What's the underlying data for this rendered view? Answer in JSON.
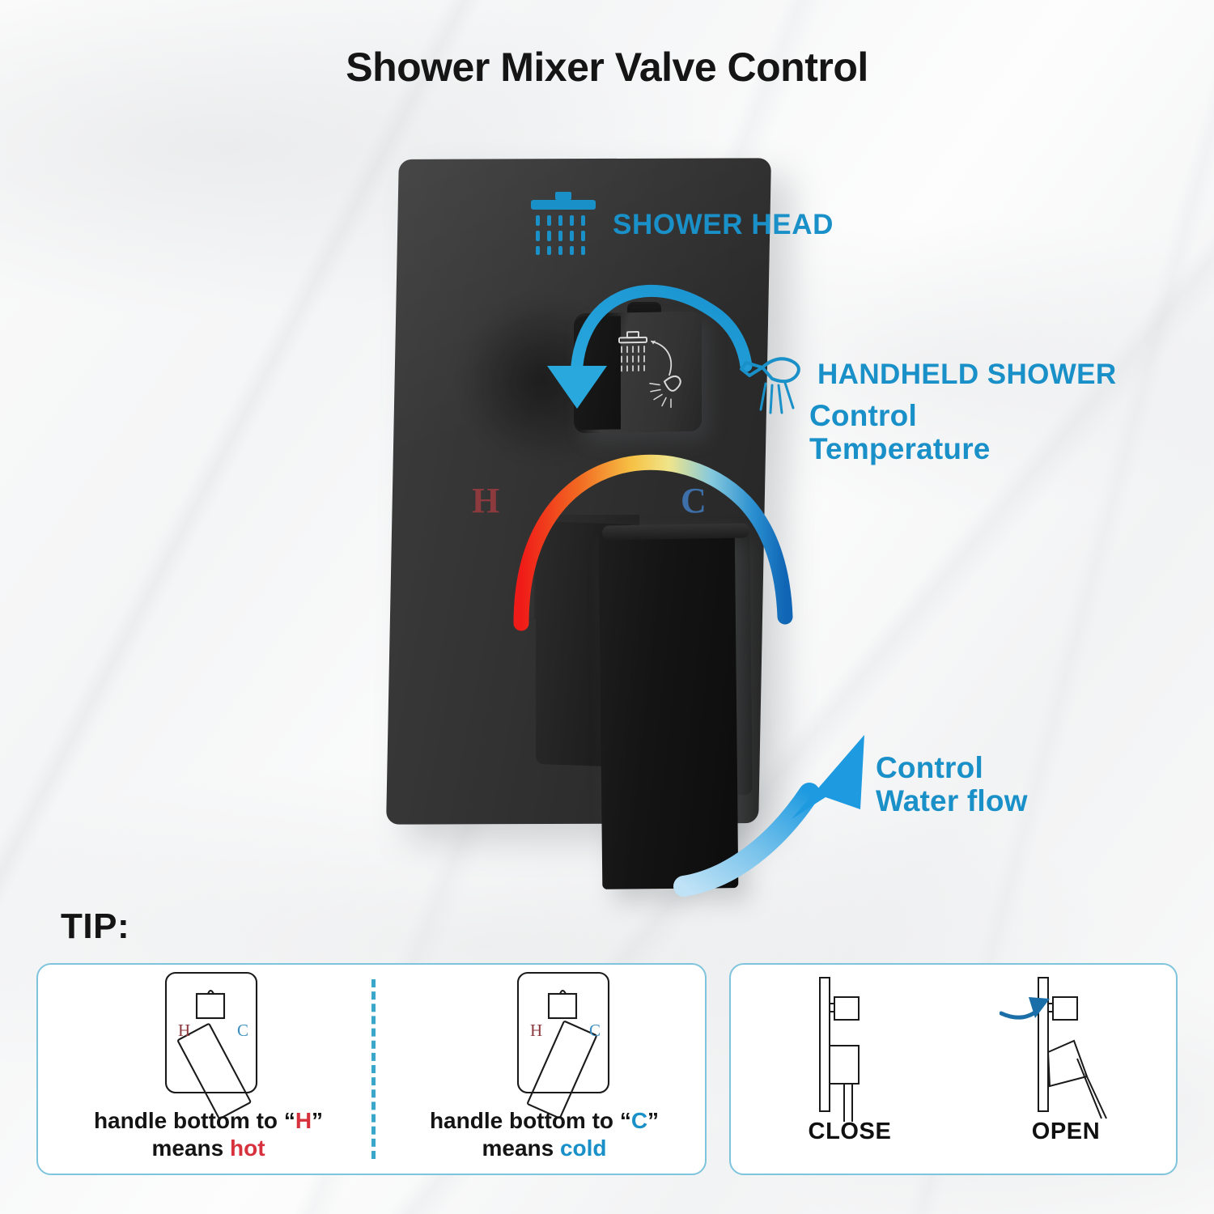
{
  "page": {
    "title": "Shower Mixer Valve Control",
    "background": "#f8f8f8",
    "accent_blue": "#1a90c8",
    "hot_red": "#d6313c",
    "mark_hot": "H",
    "mark_cold": "C"
  },
  "callouts": {
    "shower_head": {
      "label": "SHOWER HEAD",
      "icon": "shower-head-icon",
      "color": "#1a90c8"
    },
    "handheld_shower": {
      "label": "HANDHELD SHOWER",
      "icon": "handheld-shower-icon",
      "color": "#1a90c8"
    },
    "control_temperature": {
      "line1": "Control",
      "line2": "Temperature",
      "color": "#1a90c8"
    },
    "control_water_flow": {
      "line1": "Control",
      "line2": "Water flow",
      "color": "#1a90c8"
    }
  },
  "valve": {
    "plate_color": "#303030",
    "hot_mark": "H",
    "cold_mark": "C",
    "hot_mark_color": "#8d3a3f",
    "cold_mark_color": "#3d6fa8",
    "temperature_arc": {
      "hot_end": "#ef1b18",
      "warm": "#f08a2a",
      "mid": "#f3dc72",
      "cool": "#7ec6d8",
      "cold_end": "#1066b5"
    }
  },
  "tip": {
    "heading": "TIP:",
    "panels": [
      {
        "name": "handle-to-hot",
        "caption_line1_pre": "handle bottom to ",
        "caption_quote_open": "“",
        "caption_mark": "H",
        "caption_quote_close": "”",
        "caption_line2_pre": "means ",
        "caption_line2_word": "hot",
        "mark_color": "#d6313c",
        "diagram_hot_label": "H",
        "diagram_cold_label": "C"
      },
      {
        "name": "handle-to-cold",
        "caption_line1_pre": "handle bottom to ",
        "caption_quote_open": "“",
        "caption_mark": "C",
        "caption_quote_close": "”",
        "caption_line2_pre": "means ",
        "caption_line2_word": "cold",
        "mark_color": "#1a90c8",
        "diagram_hot_label": "H",
        "diagram_cold_label": "C"
      }
    ],
    "flow_states": [
      {
        "name": "close-state",
        "label": "CLOSE"
      },
      {
        "name": "open-state",
        "label": "OPEN"
      }
    ]
  }
}
